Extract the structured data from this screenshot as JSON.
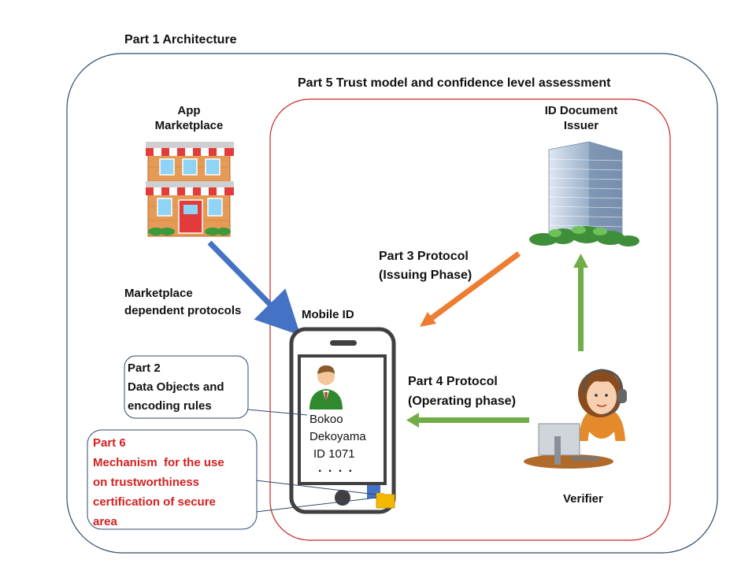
{
  "titles": {
    "part1": "Part 1 Architecture",
    "part5": "Part 5 Trust model and confidence level assessment"
  },
  "actors": {
    "marketplace": [
      "App",
      "Marketplace"
    ],
    "issuer": [
      "ID Document",
      "Issuer"
    ],
    "mobile_id": "Mobile ID",
    "verifier": "Verifier"
  },
  "labels": {
    "marketplace_protocols": [
      "Marketplace",
      "dependent protocols"
    ],
    "part3": [
      "Part 3 Protocol",
      "(Issuing Phase)"
    ],
    "part4": [
      "Part 4 Protocol",
      "(Operating phase)"
    ]
  },
  "callouts": {
    "part2": [
      "Part 2",
      "Data Objects and",
      "encoding rules"
    ],
    "part6": [
      "Part 6",
      "Mechanism  for the use",
      "on trustworthiness",
      "certification of secure",
      "area"
    ]
  },
  "phone_screen": {
    "lines": [
      "Bokoo",
      "Dekoyama",
      "ID 1071"
    ],
    "ellipsis": ". . . ."
  },
  "colors": {
    "architecture_border": "#2f4a6b",
    "trust_border": "#cc2222",
    "marketplace_arrow": "#4472c4",
    "issuing_arrow": "#ed7d31",
    "operating_arrow": "#70ad47",
    "part6_text": "#d42020"
  },
  "icons": [
    "store-icon",
    "office-tower-icon",
    "smartphone-icon",
    "user-avatar-icon",
    "operator-headset-icon",
    "secure-element-icon"
  ]
}
